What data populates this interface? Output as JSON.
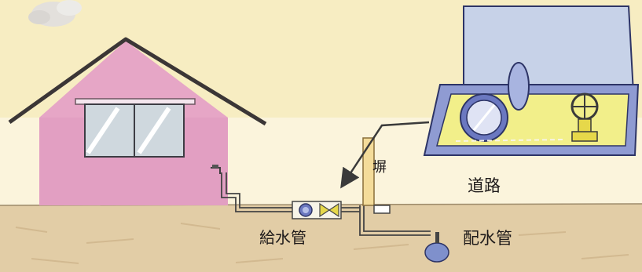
{
  "labels": {
    "wall": "塀",
    "road": "道路",
    "service_pipe": "給水管",
    "distribution_main": "配水管"
  },
  "colors": {
    "sky": "#f7edc2",
    "house_wall": "#e6a6c6",
    "roof_line": "#3b3636",
    "window": "#cfd8de",
    "ground": "#e2cda6",
    "pipe": "#444444",
    "meter_box_lid": "#c7d2e8",
    "meter_box_inner": "#f2ef8a",
    "valve": "#e6d84a",
    "arrow": "#3a3a3a"
  },
  "icons": {
    "arrow": "down-left-arrow-icon",
    "meter": "water-meter-icon",
    "valve": "gate-valve-icon"
  }
}
